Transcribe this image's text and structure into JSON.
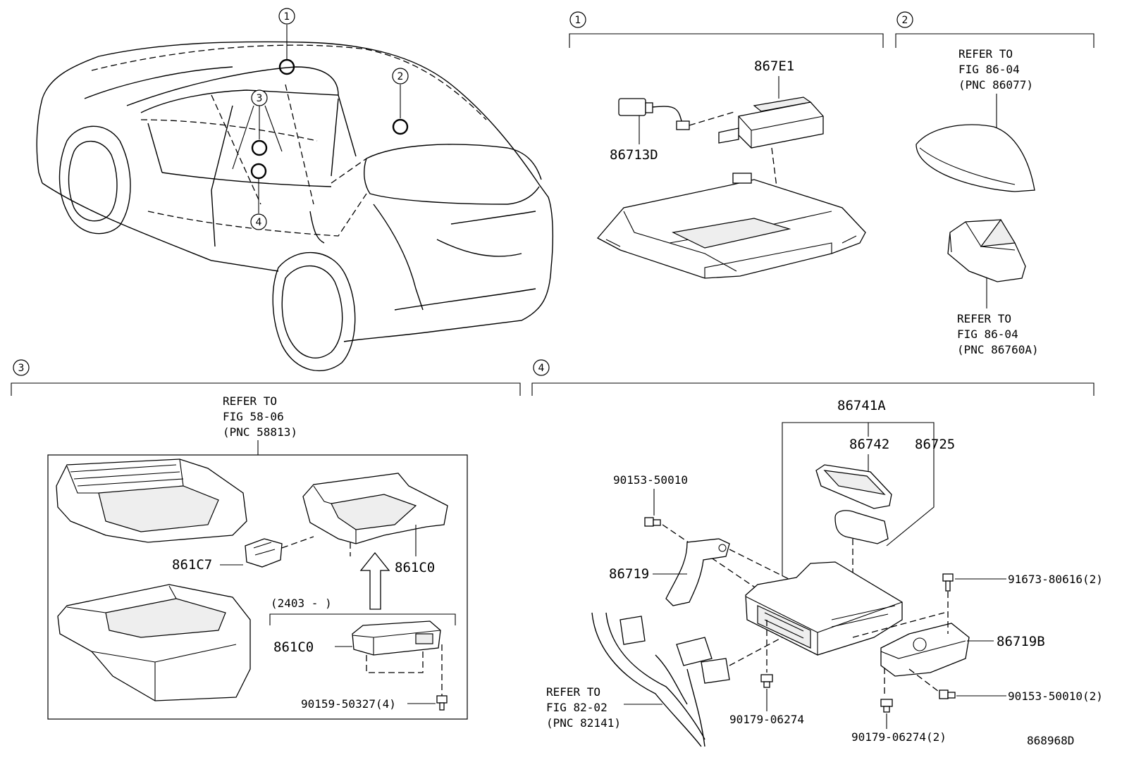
{
  "sections": {
    "s1": {
      "number": "1"
    },
    "s2": {
      "number": "2"
    },
    "s3": {
      "number": "3"
    },
    "s4": {
      "number": "4"
    }
  },
  "vehicle_callouts": [
    "1",
    "2",
    "3",
    "4"
  ],
  "labels": {
    "p867E1": "867E1",
    "p86713D": "86713D",
    "p86741A": "86741A",
    "p86742": "86742",
    "p86725": "86725",
    "p86719": "86719",
    "p86719B": "86719B",
    "p861C7": "861C7",
    "p861C0a": "861C0",
    "p861C0b": "861C0",
    "b90153_50010": "90153-50010",
    "b91673": "91673-80616(2)",
    "b90153_50010_2": "90153-50010(2)",
    "b90179_06274": "90179-06274",
    "b90179_06274_2": "90179-06274(2)",
    "b90159": "90159-50327(4)",
    "date_range": "(2403 -     )",
    "diagram_id": "868968D"
  },
  "refs": {
    "r1": [
      "REFER TO",
      "FIG 86-04",
      "(PNC 86077)"
    ],
    "r2": [
      "REFER TO",
      "FIG 86-04",
      "(PNC 86760A)"
    ],
    "r3": [
      "REFER TO",
      "FIG 58-06",
      "(PNC 58813)"
    ],
    "r4": [
      "REFER TO",
      "FIG 82-02",
      "(PNC 82141)"
    ]
  }
}
